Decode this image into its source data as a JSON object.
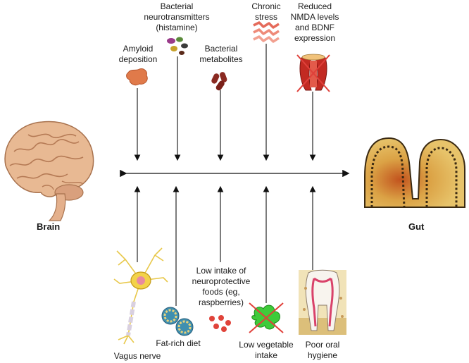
{
  "left_label": "Brain",
  "right_label": "Gut",
  "top_factors": [
    {
      "id": "amyloid",
      "label": "Amyloid\ndeposition"
    },
    {
      "id": "neurotransmitters",
      "label": "Bacterial\nneurotransmitters\n(histamine)"
    },
    {
      "id": "metabolites",
      "label": "Bacterial\nmetabolites"
    },
    {
      "id": "stress",
      "label": "Chronic\nstress"
    },
    {
      "id": "nmda",
      "label": "Reduced\nNMDA levels\nand BDNF\nexpression"
    }
  ],
  "bottom_factors": [
    {
      "id": "vagus",
      "label": "Vagus nerve"
    },
    {
      "id": "fat",
      "label": "Fat-rich diet"
    },
    {
      "id": "neuroprotective",
      "label": "Low intake of\nneuroprotective\nfoods (eg,\nraspberries)"
    },
    {
      "id": "vegetable",
      "label": "Low vegetable\nintake"
    },
    {
      "id": "oral",
      "label": "Poor oral\nhygiene"
    }
  ],
  "colors": {
    "brain": "#e8b993",
    "gut": "#d99a3a",
    "cross": "#e0403a",
    "arrow": "#111111"
  }
}
